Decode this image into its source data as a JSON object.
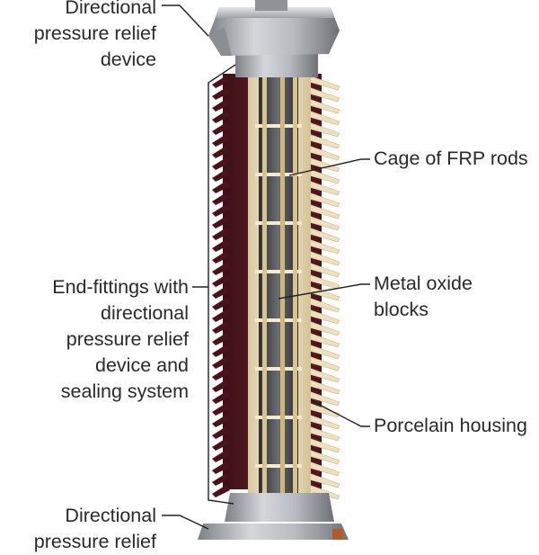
{
  "labels": {
    "top_relief": [
      "Directional",
      "pressure relief",
      "device"
    ],
    "cage": [
      "Cage of FRP rods"
    ],
    "end_fittings": [
      "End-fittings with",
      "directional",
      "pressure relief",
      "device and",
      "sealing system"
    ],
    "metal_oxide": [
      "Metal oxide",
      "blocks"
    ],
    "porcelain": [
      "Porcelain housing"
    ],
    "bottom_relief": [
      "Directional",
      "pressure relief"
    ]
  },
  "colors": {
    "porcelain_shed": "#5a1a22",
    "porcelain_shed_dark": "#3a0e14",
    "inner_cream": "#efe3c2",
    "metal_grey": "#a9adb2",
    "leader_line": "#222222",
    "text": "#2a2a2a"
  }
}
